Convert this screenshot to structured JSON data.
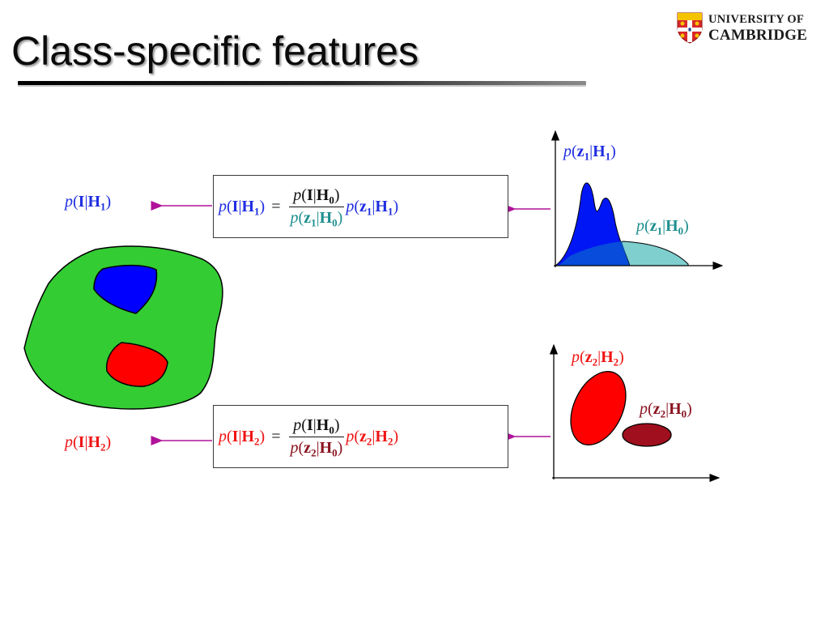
{
  "slide": {
    "title": "Class-specific features"
  },
  "logo": {
    "line1": "UNIVERSITY OF",
    "line2": "CAMBRIDGE"
  },
  "colors": {
    "blue": "#1f2ee0",
    "red": "#ef1414",
    "teal": "#1f8f8f",
    "maroon": "#8a1420",
    "arrow": "#b0129a",
    "green_region": "#33cc33"
  },
  "math": {
    "p": "p",
    "I": "I",
    "H": "H",
    "z": "z",
    "open": "(",
    "bar": "|",
    "close": ")",
    "equals": "=",
    "idx0": "0",
    "idx1": "1",
    "idx2": "2"
  },
  "diagram": {
    "left_labels": [
      "p(I|H1)",
      "p(I|H2)"
    ],
    "equations": [
      "p(I|H1) = p(I|H0) / p(z1|H0) · p(z1|H1)",
      "p(I|H2) = p(I|H0) / p(z2|H0) · p(z2|H2)"
    ],
    "plot_labels": [
      "p(z1|H1)",
      "p(z1|H0)",
      "p(z2|H2)",
      "p(z2|H0)"
    ],
    "icons": [
      "green-image-region-icon",
      "blue-feature-blob-icon",
      "red-feature-blob-icon",
      "university-crest-icon"
    ]
  }
}
